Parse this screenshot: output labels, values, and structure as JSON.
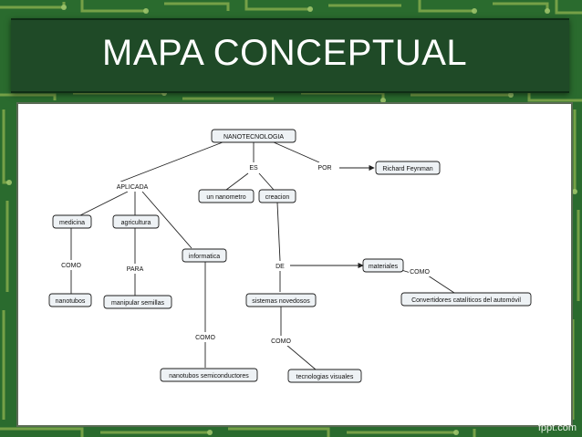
{
  "slide": {
    "title": "MAPA CONCEPTUAL",
    "watermark": "fppt.com",
    "colors": {
      "background": "#2a6b2e",
      "title_bar": "#1f4a27",
      "trace": "#7ea64a",
      "panel": "#ffffff"
    }
  },
  "concept_map": {
    "nodes": {
      "nanotecnologia": "NANOTECNOLOGIA",
      "richard_feynman": "Richard Feynman",
      "un_nanometro": "un nanometro",
      "creacion": "creacion",
      "medicina": "medicina",
      "agricultura": "agricultura",
      "informatica": "informatica",
      "materiales": "materiales",
      "nanotubos": "nanotubos",
      "manipular_semillas": "manipular semillas",
      "sistemas_novedosos": "sistemas novedosos",
      "convertidores": "Convertidores catalíticos del automóvil",
      "nanotubos_semiconductores": "nanotubos semiconductores",
      "tecnologias_visuales": "tecnologias visuales"
    },
    "links": {
      "es": "ES",
      "por": "POR",
      "aplicada": "APLICADA",
      "como_medicina": "COMO",
      "para": "PARA",
      "de": "DE",
      "como_materiales": "COMO",
      "como_informatica": "COMO",
      "como_sistemas": "COMO"
    }
  }
}
